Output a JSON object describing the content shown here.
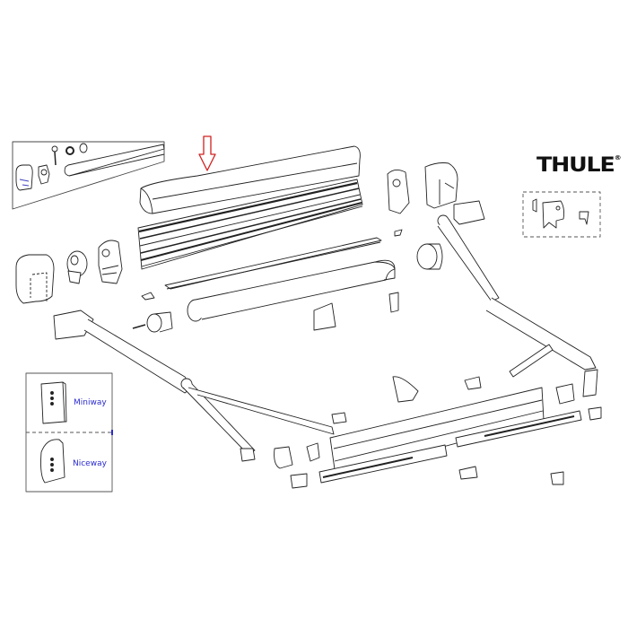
{
  "diagram": {
    "type": "exploded-parts-diagram",
    "subject": "Awning assembly",
    "brand": {
      "name": "THULE",
      "registered_mark": "®"
    },
    "highlight_arrow": {
      "color": "#d0201f",
      "target": "front-cover-profile"
    },
    "insets": {
      "top_left": {
        "style": "solid",
        "contents": [
          "end-cap",
          "bracket",
          "screw",
          "nut",
          "ring",
          "roller-tube"
        ]
      },
      "top_right": {
        "style": "dashed",
        "contents": [
          "clip",
          "plate",
          "hook"
        ]
      },
      "remotes": {
        "style": "solid",
        "items": [
          {
            "label": "Miniway"
          },
          {
            "label": "Niceway"
          }
        ]
      }
    },
    "parts": [
      "front-cover-profile",
      "case-profile",
      "fabric-strip",
      "roller-tube-with-fabric",
      "left-end-cap",
      "left-gear",
      "left-motor-housing",
      "right-end-cap",
      "right-motor-housing",
      "left-arm",
      "right-arm",
      "lead-rail",
      "left-lead-rail-slide",
      "right-lead-rail-slide",
      "support-legs",
      "clips"
    ],
    "colors": {
      "line": "#222222",
      "accent": "#2a2acf",
      "arrow": "#d0201f",
      "background": "#ffffff"
    }
  }
}
